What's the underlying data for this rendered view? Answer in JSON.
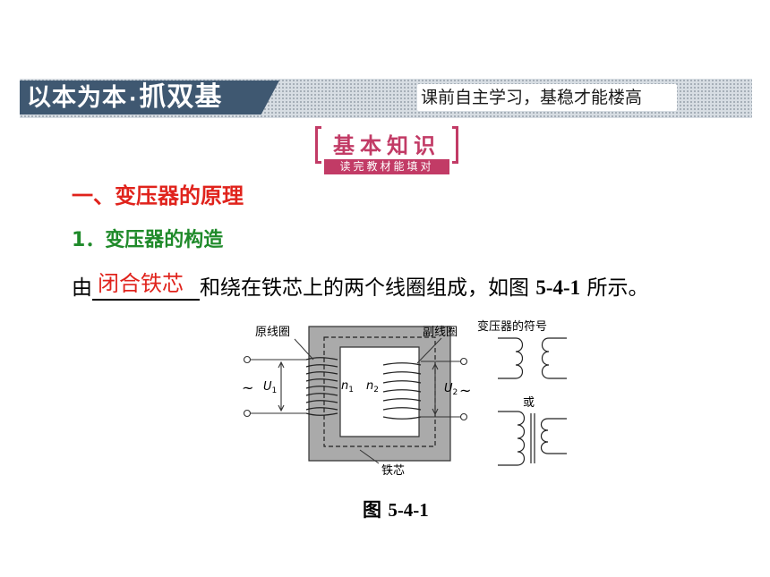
{
  "header": {
    "left_part1": "以本为本",
    "left_dot": "·",
    "left_part2": "抓双基",
    "right_text": "课前自主学习，基稳才能楼高"
  },
  "section_badge": {
    "title": "基本知识",
    "subtitle": "读完教材能填对"
  },
  "heading1": "一、变压器的原理",
  "heading2": "1．变压器的构造",
  "sentence": {
    "prefix": "由",
    "answer": "闭合铁芯",
    "middle": "和绕在铁芯上的两个线圈组成，如图 ",
    "figure_ref": "5-4-1",
    "suffix": " 所示。"
  },
  "figure": {
    "label_primary": "原线圈",
    "label_secondary": "副线圈",
    "label_symbol": "变压器的符号",
    "label_or": "或",
    "label_core": "铁芯",
    "u1": "U",
    "u1_sub": "1",
    "u2": "U",
    "u2_sub": "2",
    "n1": "n",
    "n1_sub": "1",
    "n2": "n",
    "n2_sub": "2",
    "ac_symbol": "~",
    "caption_prefix": "图 ",
    "caption_num": "5-4-1"
  },
  "colors": {
    "banner_dark": "#3f5871",
    "badge": "#c23b66",
    "heading_red": "#e0231c",
    "heading_green": "#1f8a2a",
    "core_gray": "#aaaaaa"
  }
}
